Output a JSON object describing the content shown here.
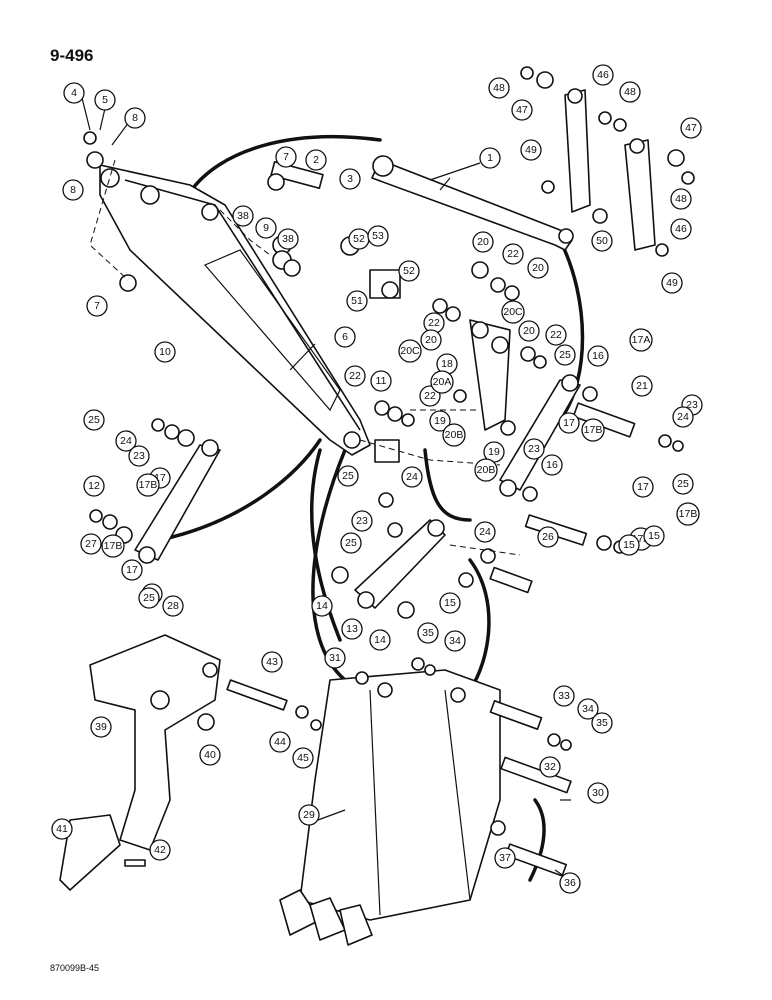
{
  "page": {
    "number": "9-496",
    "figure_code": "870099B-45"
  },
  "callouts": [
    {
      "label": "4"
    },
    {
      "label": "5"
    },
    {
      "label": "8"
    },
    {
      "label": "8"
    },
    {
      "label": "7"
    },
    {
      "label": "2"
    },
    {
      "label": "3"
    },
    {
      "label": "1"
    },
    {
      "label": "49"
    },
    {
      "label": "48"
    },
    {
      "label": "47"
    },
    {
      "label": "46"
    },
    {
      "label": "48"
    },
    {
      "label": "47"
    },
    {
      "label": "48"
    },
    {
      "label": "46"
    },
    {
      "label": "49"
    },
    {
      "label": "50"
    },
    {
      "label": "38"
    },
    {
      "label": "9"
    },
    {
      "label": "38"
    },
    {
      "label": "52"
    },
    {
      "label": "53"
    },
    {
      "label": "52"
    },
    {
      "label": "51"
    },
    {
      "label": "7"
    },
    {
      "label": "20"
    },
    {
      "label": "22"
    },
    {
      "label": "20"
    },
    {
      "label": "22"
    },
    {
      "label": "20"
    },
    {
      "label": "20C"
    },
    {
      "label": "20C"
    },
    {
      "label": "20"
    },
    {
      "label": "22"
    },
    {
      "label": "10"
    },
    {
      "label": "6"
    },
    {
      "label": "18"
    },
    {
      "label": "25"
    },
    {
      "label": "16"
    },
    {
      "label": "17A"
    },
    {
      "label": "22"
    },
    {
      "label": "11"
    },
    {
      "label": "22"
    },
    {
      "label": "20A"
    },
    {
      "label": "19"
    },
    {
      "label": "20B"
    },
    {
      "label": "19"
    },
    {
      "label": "20B"
    },
    {
      "label": "21"
    },
    {
      "label": "23"
    },
    {
      "label": "24"
    },
    {
      "label": "17"
    },
    {
      "label": "17B"
    },
    {
      "label": "25"
    },
    {
      "label": "25"
    },
    {
      "label": "24"
    },
    {
      "label": "23"
    },
    {
      "label": "17"
    },
    {
      "label": "17B"
    },
    {
      "label": "12"
    },
    {
      "label": "27"
    },
    {
      "label": "17B"
    },
    {
      "label": "17"
    },
    {
      "label": "21"
    },
    {
      "label": "25"
    },
    {
      "label": "24"
    },
    {
      "label": "23"
    },
    {
      "label": "17"
    },
    {
      "label": "17B"
    },
    {
      "label": "16"
    },
    {
      "label": "17A"
    },
    {
      "label": "15"
    },
    {
      "label": "15"
    },
    {
      "label": "25"
    },
    {
      "label": "28"
    },
    {
      "label": "23"
    },
    {
      "label": "24"
    },
    {
      "label": "25"
    },
    {
      "label": "26"
    },
    {
      "label": "14"
    },
    {
      "label": "13"
    },
    {
      "label": "14"
    },
    {
      "label": "15"
    },
    {
      "label": "43"
    },
    {
      "label": "35"
    },
    {
      "label": "34"
    },
    {
      "label": "31"
    },
    {
      "label": "39"
    },
    {
      "label": "44"
    },
    {
      "label": "45"
    },
    {
      "label": "40"
    },
    {
      "label": "33"
    },
    {
      "label": "34"
    },
    {
      "label": "35"
    },
    {
      "label": "32"
    },
    {
      "label": "30"
    },
    {
      "label": "29"
    },
    {
      "label": "41"
    },
    {
      "label": "42"
    },
    {
      "label": "37"
    },
    {
      "label": "36"
    }
  ]
}
